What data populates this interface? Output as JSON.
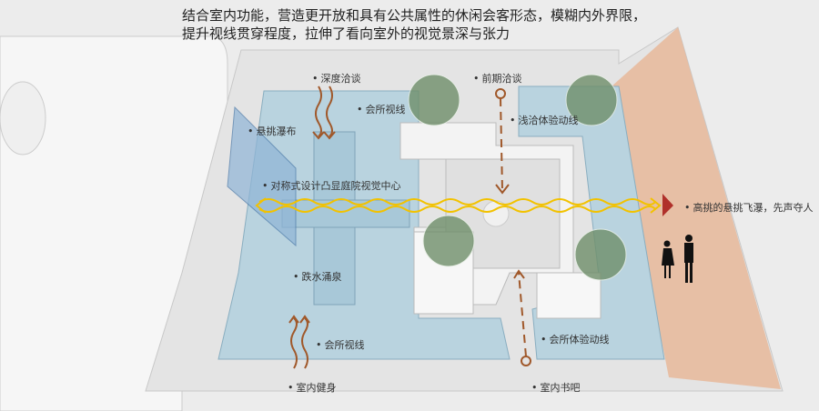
{
  "caption": {
    "line1": "结合室内功能，营造更开放和具有公共属性的休闲会客形态，模糊内外界限，",
    "line2": "提升视线贯穿程度，拉伸了看向室外的视觉景深与张力"
  },
  "labels": {
    "deep_talk": "深度洽谈",
    "early_talk": "前期洽谈",
    "club_view_top": "会所视线",
    "light_talk_route": "浅洽体验动线",
    "cantilever_fall": "悬挑瀑布",
    "symmetric": "对称式设计凸显庭院视觉中心",
    "tall_fall": "高挑的悬挑飞瀑，先声夺人",
    "fountain": "跌水涌泉",
    "club_view_bottom": "会所视线",
    "club_route": "会所体验动线",
    "indoor_gym": "室内健身",
    "indoor_book": "室内书吧"
  },
  "colors": {
    "water": "#b9d3df",
    "tree": "#6f8f6a",
    "arrow": "#a0582a",
    "axis": "#f2c200",
    "wall_right": "#e8b89a"
  }
}
